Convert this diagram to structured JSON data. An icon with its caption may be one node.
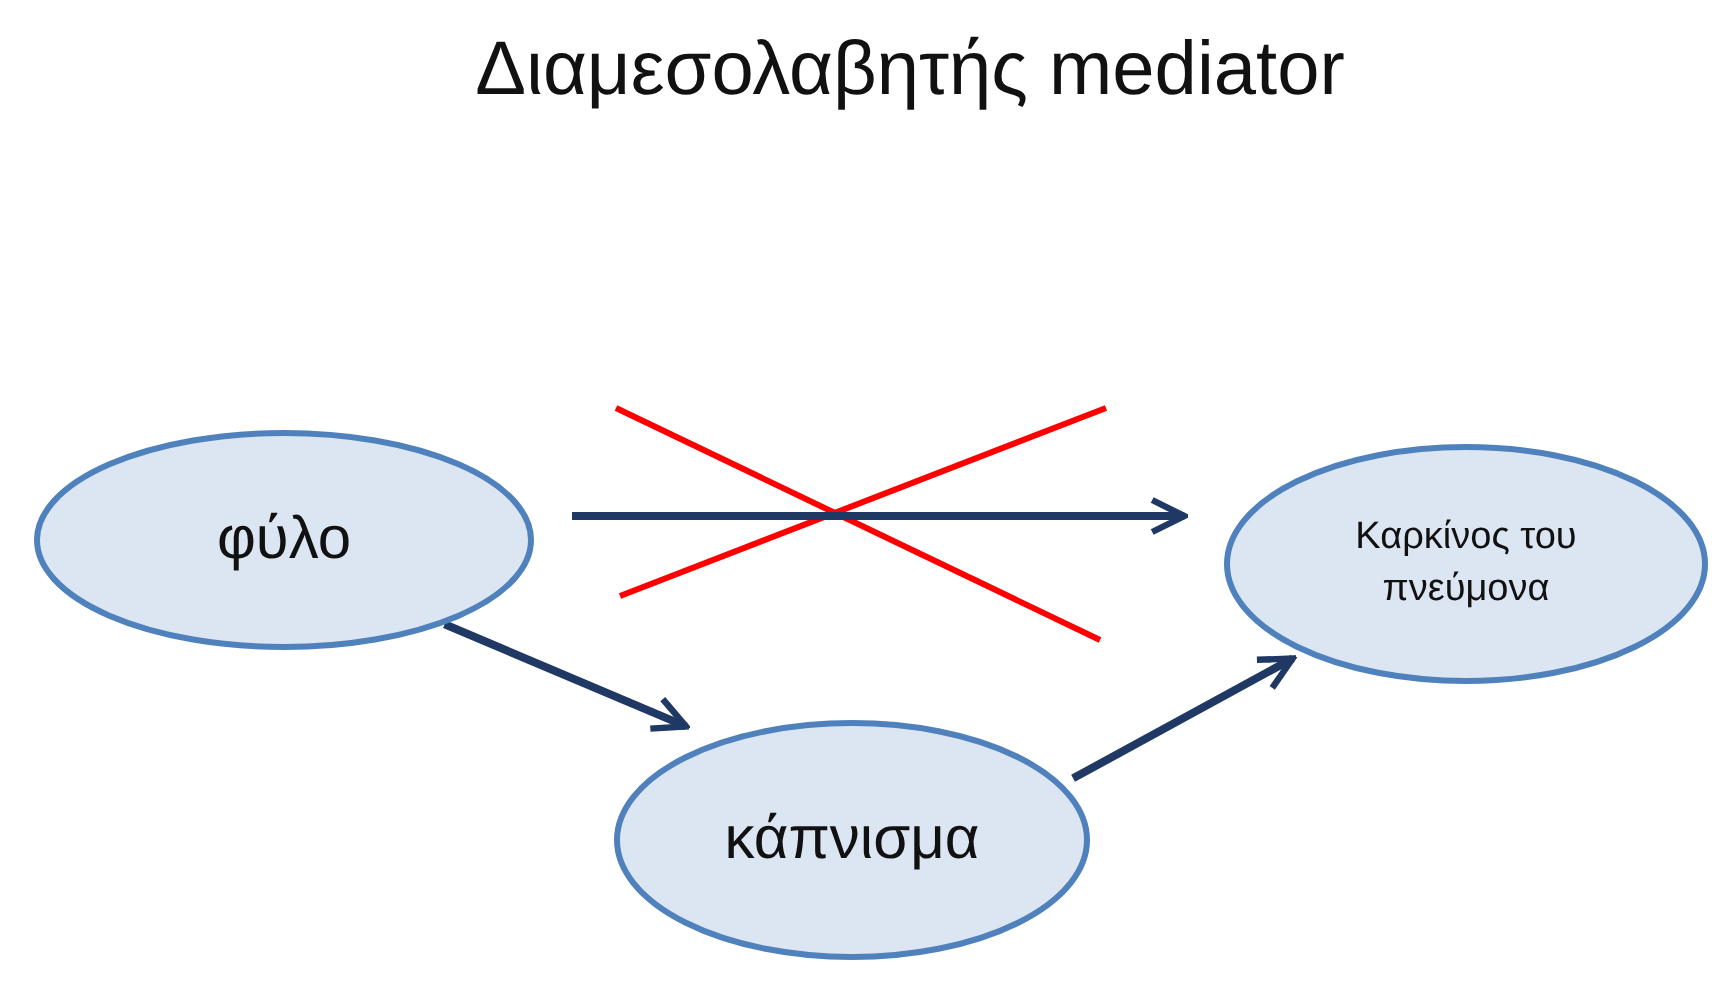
{
  "diagram": {
    "title": "Διαμεσολαβητής mediator",
    "nodes": [
      {
        "text": [
          "φύλο"
        ]
      },
      {
        "text": [
          "Καρκίνος του πνεύμονα"
        ]
      },
      {
        "text": [
          "κάπνισμα"
        ]
      }
    ],
    "edges": [
      {
        "from": 0,
        "to": 1,
        "arrow": "to"
      },
      {
        "from": 0,
        "to": 2,
        "arrow": "to"
      },
      {
        "from": 2,
        "to": 1,
        "arrow": "to"
      }
    ]
  }
}
